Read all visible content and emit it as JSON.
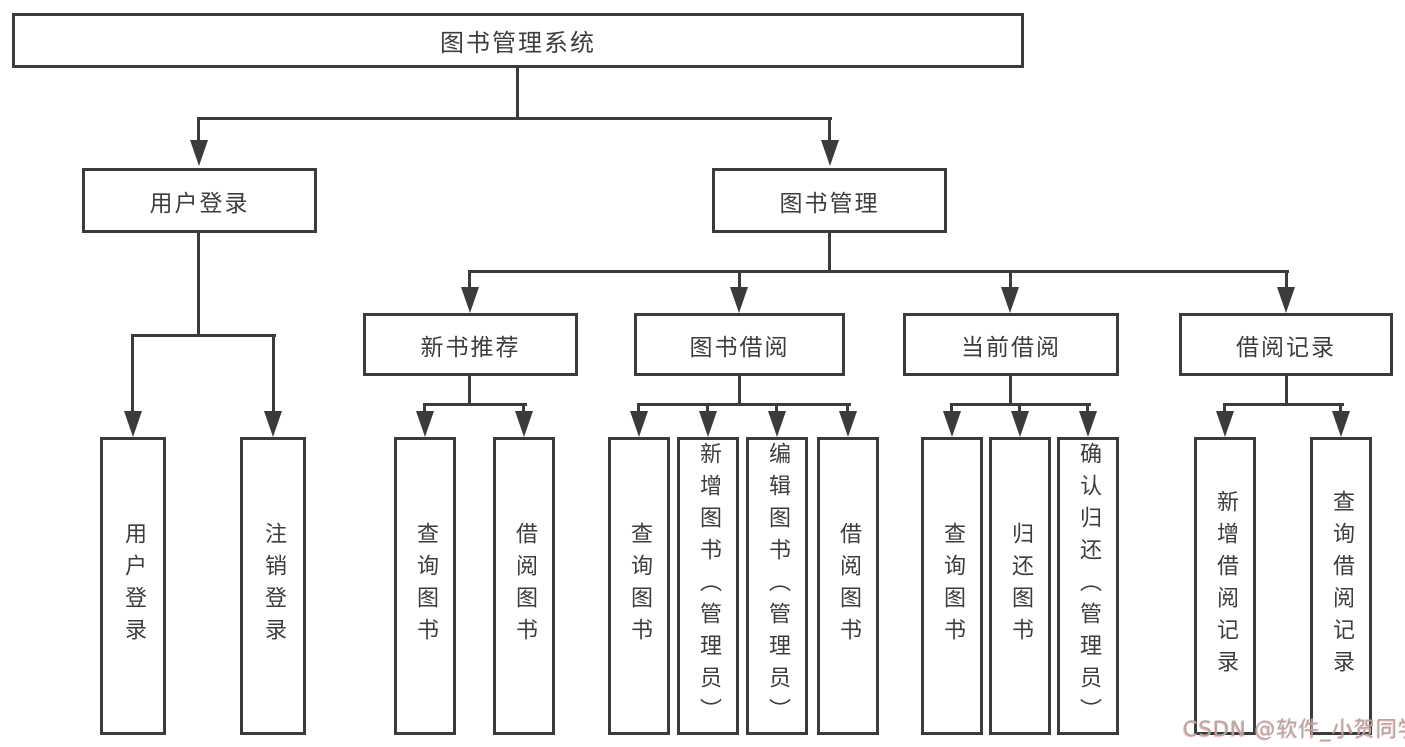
{
  "title": "图书管理系统",
  "watermark": "CSDN @软件_小贺同学",
  "colors": {
    "line": "#3b3b3b",
    "text": "#3d3d3d",
    "background": "#ffffff",
    "watermark": "#b2a8a6"
  },
  "nodes": {
    "root": "图书管理系统",
    "level2": [
      "用户登录",
      "图书管理"
    ],
    "level3": [
      "新书推荐",
      "图书借阅",
      "当前借阅",
      "借阅记录"
    ],
    "leaves": [
      "用户登录",
      "注销登录",
      "查询图书",
      "借阅图书",
      "查询图书",
      "新增图书（管理员）",
      "编辑图书（管理员）",
      "借阅图书",
      "查询图书",
      "归还图书",
      "确认归还（管理员）",
      "新增借阅记录",
      "查询借阅记录"
    ]
  },
  "edges": [
    {
      "from": "图书管理系统",
      "to": [
        "用户登录",
        "图书管理"
      ]
    },
    {
      "from": "用户登录",
      "to": [
        "用户登录",
        "注销登录"
      ]
    },
    {
      "from": "图书管理",
      "to": [
        "新书推荐",
        "图书借阅",
        "当前借阅",
        "借阅记录"
      ]
    },
    {
      "from": "新书推荐",
      "to": [
        "查询图书",
        "借阅图书"
      ]
    },
    {
      "from": "图书借阅",
      "to": [
        "查询图书",
        "新增图书（管理员）",
        "编辑图书（管理员）",
        "借阅图书"
      ]
    },
    {
      "from": "当前借阅",
      "to": [
        "查询图书",
        "归还图书",
        "确认归还（管理员）"
      ]
    },
    {
      "from": "借阅记录",
      "to": [
        "新增借阅记录",
        "查询借阅记录"
      ]
    }
  ]
}
